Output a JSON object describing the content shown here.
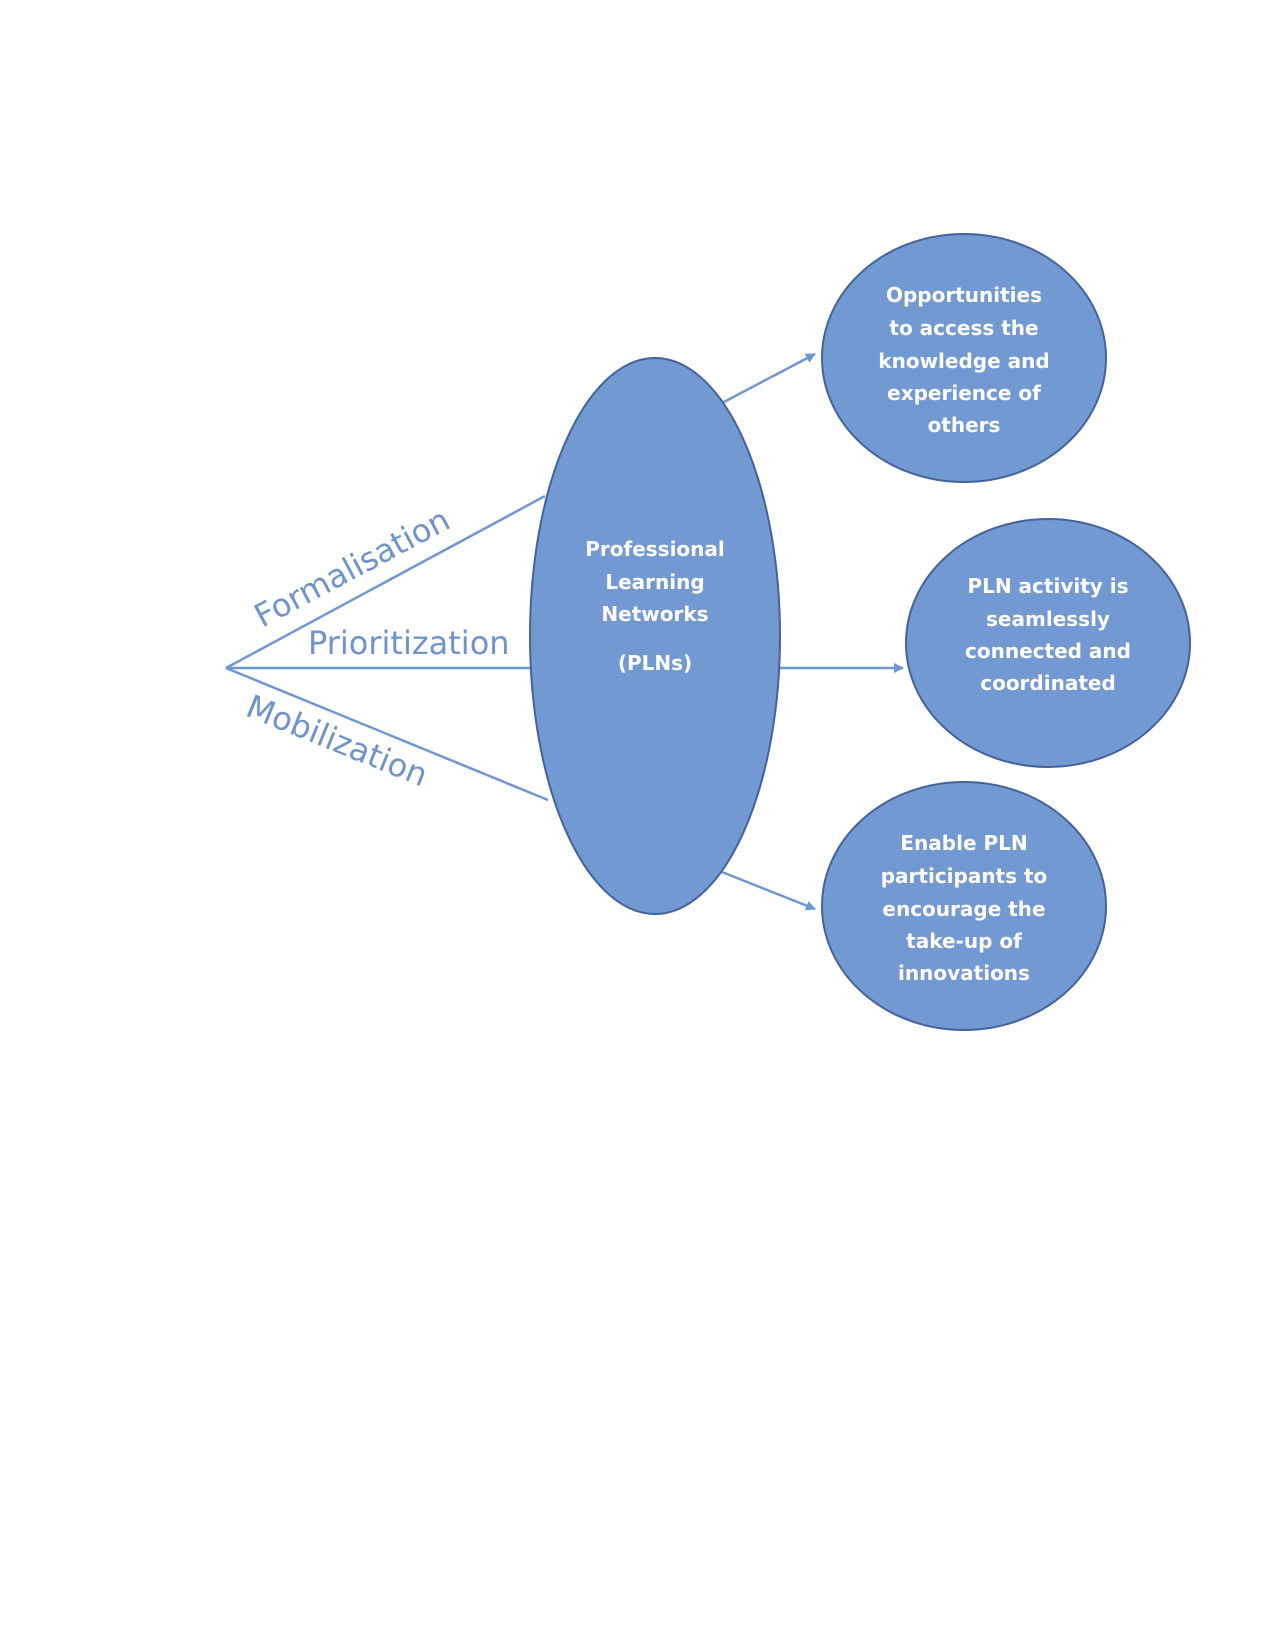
{
  "colors": {
    "node_fill": "#7299d1",
    "node_stroke": "#44639a",
    "line": "#6f97d0",
    "label": "#7093cb",
    "node_text": "#ffffff"
  },
  "center_node": {
    "lines": [
      "Professional",
      "Learning",
      "Networks",
      "(PLNs)"
    ]
  },
  "labels": {
    "formalisation": "Formalisation",
    "prioritization": "Prioritization",
    "mobilization": "Mobilization"
  },
  "outcomes": [
    {
      "lines": [
        "Opportunities",
        "to access the",
        "knowledge and",
        "experience of",
        "others"
      ]
    },
    {
      "lines": [
        "PLN activity is",
        "seamlessly",
        "connected and",
        "coordinated"
      ]
    },
    {
      "lines": [
        "Enable PLN",
        "participants to",
        "encourage the",
        "take-up of",
        "innovations"
      ]
    }
  ]
}
